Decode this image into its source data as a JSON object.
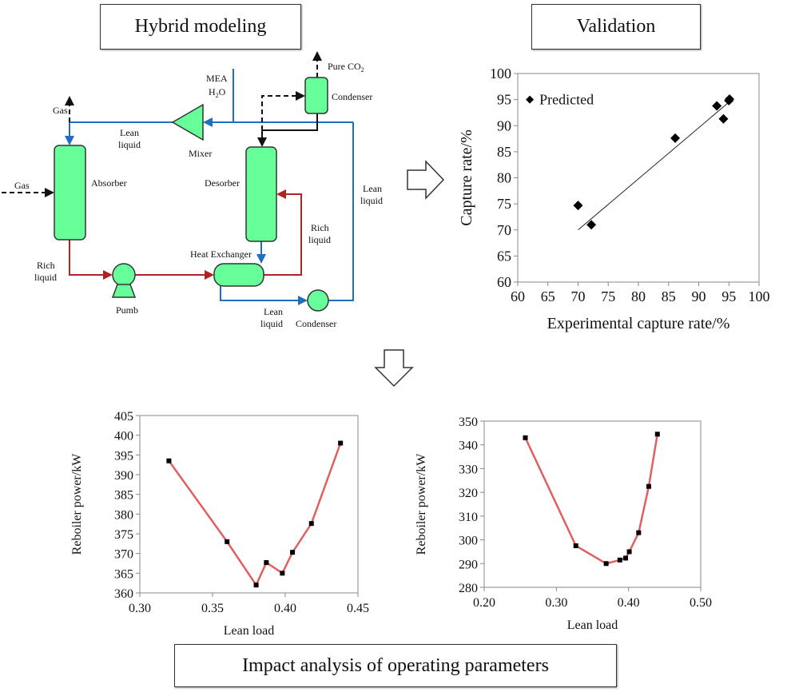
{
  "titles": {
    "hybrid": "Hybrid modeling",
    "validation": "Validation",
    "impact": "Impact analysis of operating parameters"
  },
  "process": {
    "gas_out": "Gas",
    "gas_in": "Gas",
    "lean_liquid_1": [
      "Lean",
      "liquid"
    ],
    "mea": "MEA",
    "h2o": "H",
    "h2o_sub": "2",
    "h2o_end": "O",
    "mixer": "Mixer",
    "pure_co2": "Pure CO",
    "co2_sub": "2",
    "condenser_top": "Condenser",
    "absorber": "Absorber",
    "desorber": "Desorber",
    "lean_liquid_2": [
      "Lean",
      "liquid"
    ],
    "rich_liquid_2": [
      "Rich",
      "liquid"
    ],
    "rich_liquid_1": [
      "Rich",
      "liquid"
    ],
    "heat_exchanger": "Heat Exchanger",
    "pump": "Pumb",
    "lean_liquid_3": [
      "Lean",
      "liquid"
    ],
    "condenser_bottom": "Condenser",
    "colors": {
      "equipment": "#66ff99",
      "lean": "#1f6fbf",
      "rich": "#b22222"
    }
  },
  "chart_data": [
    {
      "type": "scatter",
      "title": "",
      "xlabel": "Experimental capture rate/%",
      "ylabel": "Capture rate/%",
      "xlim": [
        60,
        100
      ],
      "ylim": [
        60,
        100
      ],
      "xticks": [
        60,
        65,
        70,
        75,
        80,
        85,
        90,
        95,
        100
      ],
      "yticks": [
        60,
        65,
        70,
        75,
        80,
        85,
        90,
        95,
        100
      ],
      "legend": {
        "label": "Predicted",
        "placement": "top-left"
      },
      "points": [
        [
          70,
          74.7
        ],
        [
          72.2,
          71
        ],
        [
          86.1,
          87.6
        ],
        [
          93,
          93.8
        ],
        [
          94.1,
          91.3
        ],
        [
          95,
          94.8
        ],
        [
          95.1,
          95.1
        ]
      ],
      "trendline": [
        [
          70,
          70
        ],
        [
          95,
          94.5
        ]
      ]
    },
    {
      "type": "line",
      "xlabel": "Lean load",
      "ylabel": "Reboiler power/kW",
      "xlim": [
        0.3,
        0.45
      ],
      "ylim": [
        360,
        405
      ],
      "xticks": [
        "0.30",
        "0.35",
        "0.40",
        "0.45"
      ],
      "yticks": [
        360,
        365,
        370,
        375,
        380,
        385,
        390,
        395,
        400,
        405
      ],
      "color": "#e06060",
      "x": [
        0.32,
        0.36,
        0.38,
        0.387,
        0.398,
        0.405,
        0.418,
        0.438
      ],
      "y": [
        393.5,
        373,
        362,
        367.7,
        365,
        370.3,
        377.6,
        398
      ]
    },
    {
      "type": "line",
      "xlabel": "Lean load",
      "ylabel": "Reboiler power/kW",
      "xlim": [
        0.2,
        0.5
      ],
      "ylim": [
        280,
        350
      ],
      "xticks": [
        "0.20",
        "0.30",
        "0.40",
        "0.50"
      ],
      "yticks": [
        280,
        290,
        300,
        310,
        320,
        330,
        340,
        350
      ],
      "color": "#e06060",
      "x": [
        0.257,
        0.327,
        0.369,
        0.388,
        0.396,
        0.401,
        0.414,
        0.428,
        0.44
      ],
      "y": [
        343,
        297.5,
        290,
        291.5,
        292.3,
        295,
        303,
        322.5,
        344.5
      ]
    }
  ]
}
